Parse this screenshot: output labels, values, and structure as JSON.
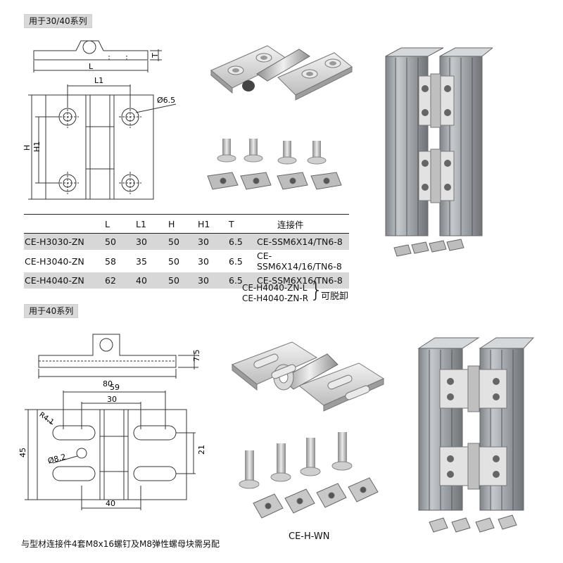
{
  "sections": {
    "top_label": "用于30/40系列",
    "bottom_label": "用于40系列"
  },
  "top_drawing": {
    "dim_T": "T",
    "dim_L": "L",
    "dim_L1": "L1",
    "dim_hole": "Ø6.5",
    "dim_H": "H",
    "dim_H1": "H1"
  },
  "spec_table": {
    "headers": [
      "",
      "L",
      "L1",
      "H",
      "H1",
      "T",
      "连接件"
    ],
    "rows": [
      {
        "model": "CE-H3030-ZN",
        "L": "50",
        "L1": "30",
        "H": "50",
        "H1": "30",
        "T": "6.5",
        "connector": "CE-SSM6X14/TN6-8"
      },
      {
        "model": "CE-H3040-ZN",
        "L": "58",
        "L1": "35",
        "H": "50",
        "H1": "30",
        "T": "6.5",
        "connector": "CE-SSM6X14/16/TN6-8"
      },
      {
        "model": "CE-H4040-ZN",
        "L": "62",
        "L1": "40",
        "H": "50",
        "H1": "30",
        "T": "6.5",
        "connector": "CE-SSM6X16/TN6-8"
      }
    ]
  },
  "detachable": {
    "model_left": "CE-H4040-ZN-L",
    "model_right": "CE-H4040-ZN-R",
    "note": "可脱卸"
  },
  "bottom_drawing": {
    "dim_thickness": "7.5",
    "dim_length": "80",
    "dim_59": "59",
    "dim_30": "30",
    "dim_radius": "R4.1",
    "dim_hole": "Ø8.2",
    "dim_45": "45",
    "dim_21": "21",
    "dim_40": "40"
  },
  "footnote": "与型材连接件4套M8x16螺钉及M8弹性螺母块需另配",
  "bottom_model": "CE-H-WN",
  "colors": {
    "shade": "#d7d7d7",
    "metal_light": "#e6e6e6",
    "metal_mid": "#b9b9b9",
    "metal_dark": "#7d7d7d",
    "profile": "#9a9ea4"
  }
}
